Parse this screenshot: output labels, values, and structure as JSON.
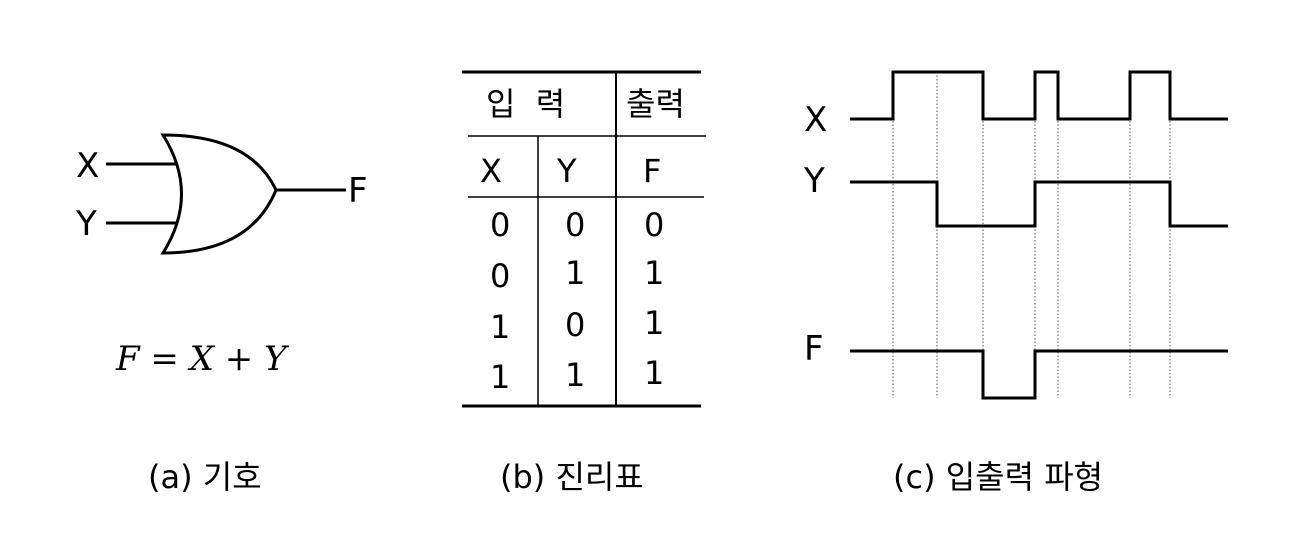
{
  "symbol": {
    "input_x": "X",
    "input_y": "Y",
    "output": "F",
    "equation": "F = X + Y",
    "caption": "(a) 기호"
  },
  "truth_table": {
    "header_inputs": "입  력",
    "header_output": "출력",
    "columns": [
      "X",
      "Y",
      "F"
    ],
    "rows": [
      [
        "0",
        "0",
        "0"
      ],
      [
        "0",
        "1",
        "1"
      ],
      [
        "1",
        "0",
        "1"
      ],
      [
        "1",
        "1",
        "1"
      ]
    ],
    "caption": "(b) 진리표"
  },
  "waveform": {
    "labels": [
      "X",
      "Y",
      "F"
    ],
    "x_sequence": [
      0,
      1,
      1,
      0,
      1,
      0,
      1,
      0
    ],
    "y_sequence": [
      1,
      1,
      0,
      0,
      1,
      1,
      1,
      0
    ],
    "f_sequence": [
      1,
      1,
      1,
      0,
      1,
      1,
      1,
      1
    ],
    "caption": "(c) 입출력 파형"
  }
}
